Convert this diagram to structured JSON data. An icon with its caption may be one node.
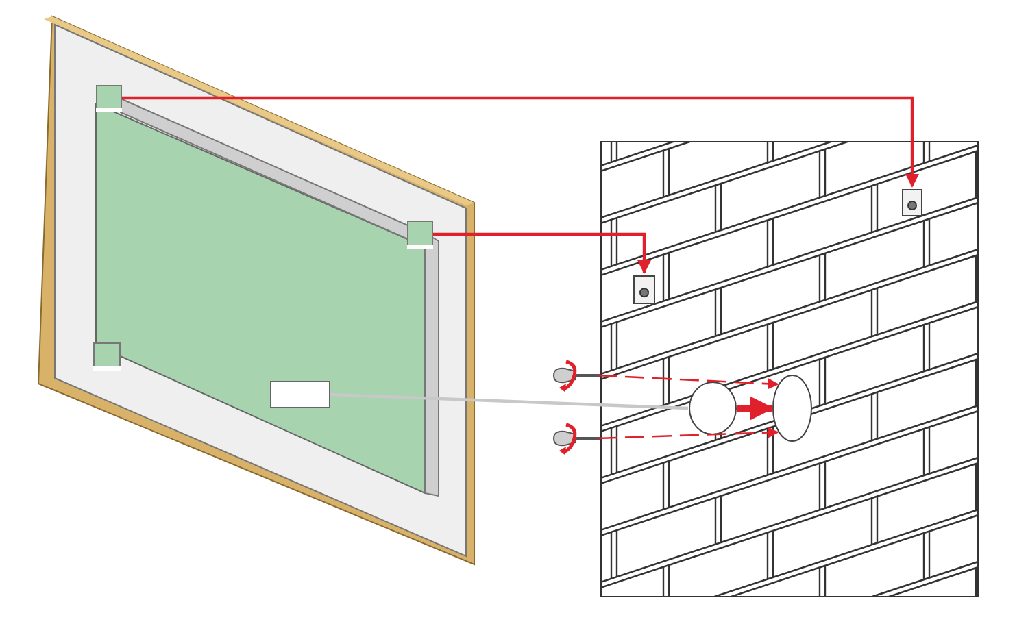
{
  "diagram": {
    "nodes": [
      {
        "text": [],
        "shape": "picture"
      },
      {
        "text": [],
        "shape": "box",
        "in": 0
      },
      {
        "text": [],
        "shape": "box",
        "in": 0
      },
      {
        "text": [],
        "shape": "box",
        "in": 0
      },
      {
        "text": [],
        "shape": "box",
        "in": 0
      },
      {
        "text": [],
        "shape": "picture"
      },
      {
        "text": [],
        "shape": "box",
        "in": 5
      },
      {
        "text": [],
        "shape": "box",
        "in": 5
      },
      {
        "text": [],
        "shape": "circle",
        "in": 5
      },
      {
        "text": [],
        "shape": "circle",
        "in": 5
      },
      {
        "text": [],
        "shape": "picture"
      },
      {
        "text": [],
        "shape": "picture"
      }
    ],
    "edges": [
      {
        "from": 1,
        "to": 6,
        "arrow": "to"
      },
      {
        "from": 2,
        "to": 7,
        "arrow": "to"
      },
      {
        "from": 4,
        "to": 8,
        "arrow": "none",
        "color": "#c8c8c8"
      },
      {
        "from": 8,
        "to": 9,
        "arrow": "to",
        "style": "thick"
      },
      {
        "from": 10,
        "to": 9,
        "arrow": "to",
        "style": "dashed"
      },
      {
        "from": 11,
        "to": 9,
        "arrow": "to",
        "style": "dashed"
      }
    ]
  }
}
